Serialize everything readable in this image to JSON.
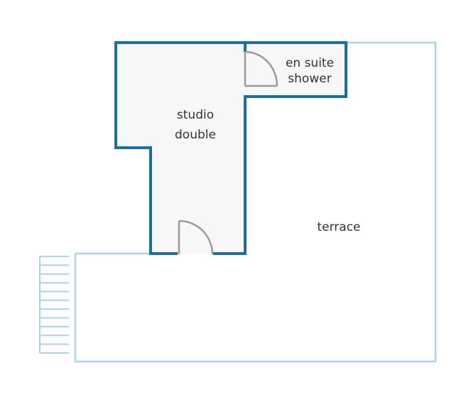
{
  "colors": {
    "wall": "#1a6ea0",
    "outdoor": "#a9d4ec",
    "floor": "#f7f7f7",
    "door": "#9a9a9a",
    "text": "#333333",
    "background": "#ffffff"
  },
  "rooms": {
    "studio": {
      "line1": "studio",
      "line2": "double"
    },
    "ensuite": {
      "line1": "en suite",
      "line2": "shower"
    },
    "terrace": {
      "label": "terrace"
    }
  },
  "stairs": {
    "steps": 12
  }
}
